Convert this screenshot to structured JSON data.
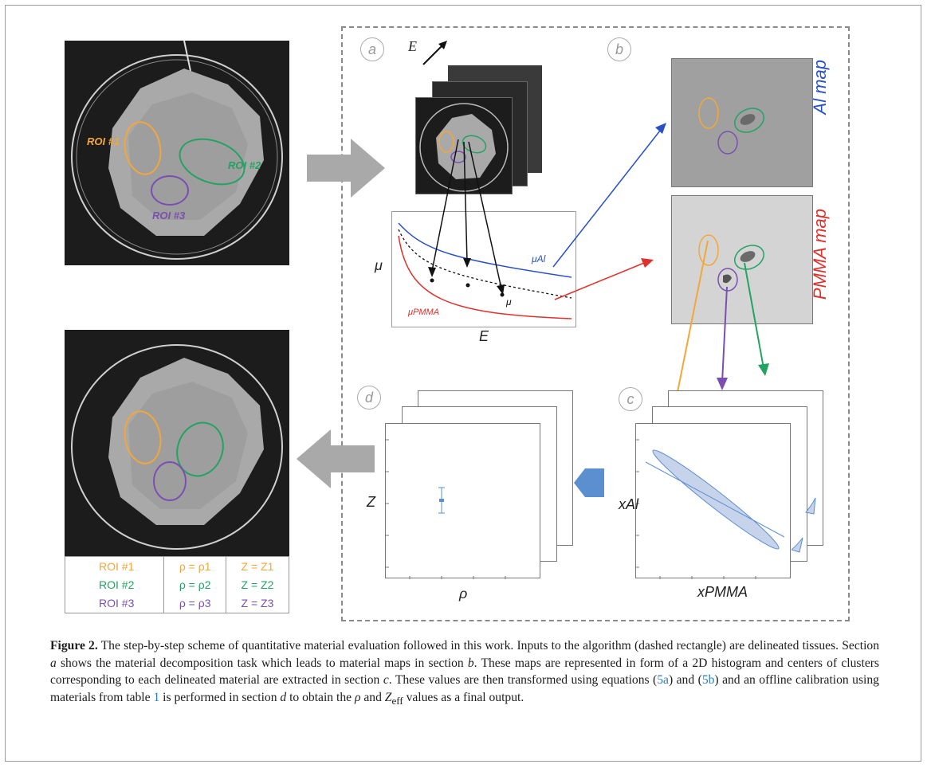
{
  "figure": {
    "roi_labels": [
      "ROI #1",
      "ROI #2",
      "ROI #3"
    ],
    "section_labels": {
      "a": "a",
      "b": "b",
      "c": "c",
      "d": "d"
    },
    "energy_axis_label": "E",
    "plot": {
      "y_label": "μ",
      "x_label": "E",
      "curve_al": "μAl",
      "curve_mix": "μ",
      "curve_pmma": "μPMMA"
    },
    "maps": {
      "al": "Al map",
      "pmma": "PMMA map"
    },
    "hist_c": {
      "y_label": "xAl",
      "x_label": "xPMMA"
    },
    "hist_d": {
      "y_label": "Z",
      "x_label": "ρ"
    },
    "results_table": [
      {
        "roi": "ROI  #1",
        "rho": "ρ = ρ1",
        "z": "Z = Z1"
      },
      {
        "roi": "ROI  #2",
        "rho": "ρ = ρ2",
        "z": "Z = Z2"
      },
      {
        "roi": "ROI  #3",
        "rho": "ρ = ρ3",
        "z": "Z = Z3"
      }
    ],
    "colors": {
      "roi1": "#f3a73a",
      "roi2": "#22a362",
      "roi3": "#7b4fb1",
      "al": "#2a50c8",
      "pmma": "#e0302b",
      "arrow_grey": "#a9a9a9",
      "hist": "#5b8fd0"
    }
  },
  "caption": {
    "label": "Figure 2.",
    "t1": " The step-by-step scheme of quantitative material evaluation followed in this work. Inputs to the algorithm (dashed rectangle) are delineated tissues. Section ",
    "a": "a",
    "t2": " shows the material decomposition task which leads to material maps in section ",
    "b": "b",
    "t3": ". These maps are represented in form of a 2D histogram and centers of clusters corresponding to each delineated material are extracted in section ",
    "c": "c",
    "t4": ". These values are then transformed using equations (",
    "ref1": "5a",
    "t5": ") and (",
    "ref2": "5b",
    "t6": ") and an offline calibration using materials from table ",
    "ref3": "1",
    "t7": " is performed in section ",
    "d": "d",
    "t8": " to obtain the ",
    "rho": "ρ",
    "t9": " and ",
    "z": "Z",
    "zsub": "eff",
    "t10": " values as a final output."
  }
}
